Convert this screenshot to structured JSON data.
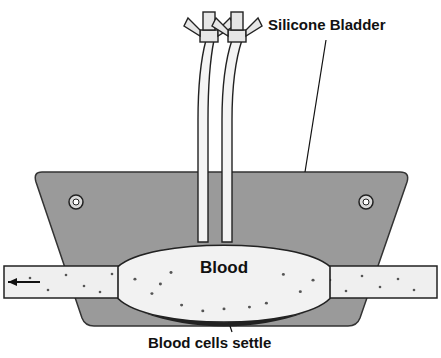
{
  "diagram": {
    "nodes": [
      {
        "text": [
          "Blood"
        ]
      }
    ],
    "labels": [
      "Silicone Bladder",
      "Blood cells settle"
    ]
  }
}
